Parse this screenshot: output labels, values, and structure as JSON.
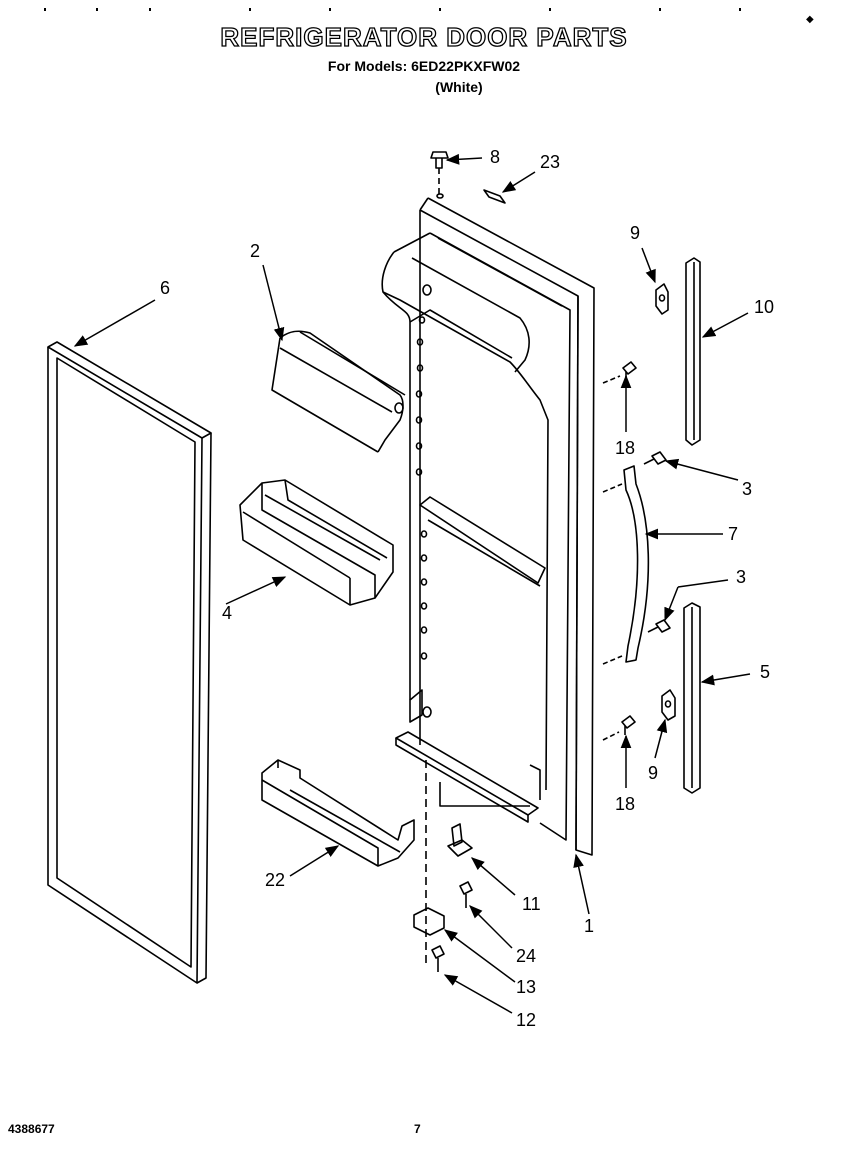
{
  "header": {
    "title": "REFRIGERATOR DOOR PARTS",
    "models_line": "For Models: 6ED22PKXFW02",
    "color_line": "(White)"
  },
  "footer": {
    "doc_number": "4388677",
    "page_number": "7"
  },
  "callouts": {
    "c1": "1",
    "c2": "2",
    "c3a": "3",
    "c3b": "3",
    "c4": "4",
    "c5": "5",
    "c6": "6",
    "c7": "7",
    "c8": "8",
    "c9a": "9",
    "c9b": "9",
    "c10": "10",
    "c11": "11",
    "c12": "12",
    "c13": "13",
    "c18a": "18",
    "c18b": "18",
    "c22": "22",
    "c23": "23",
    "c24": "24"
  }
}
